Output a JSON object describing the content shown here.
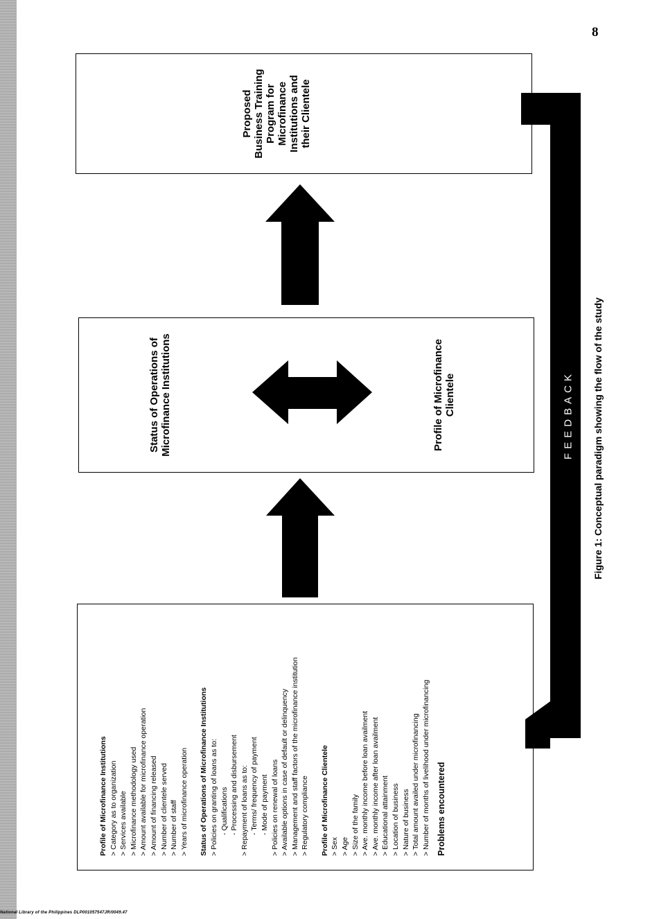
{
  "page_number": "8",
  "footer_credit": "National Library of the Philippines   DLP001057547JR/0049.47",
  "left_box": {
    "sections": [
      {
        "title": "Profile of Microfinance Institutions",
        "items": [
          "> Category as to organization",
          "> Services available",
          "> Microfinance methodology used",
          "> Amount available for microfinance operation",
          "> Amount of financing released",
          "> Number of clientele served",
          "> Number of staff",
          "> Years of microfinance operation"
        ]
      },
      {
        "title": "Status of Operations of Microfinance Institutions",
        "items": [
          "> Policies on granting of loans as to:",
          "- Qualifications",
          "- Processing and disbursement",
          "> Repayment of loans as to:",
          "- Terms/ frequency of payment",
          "- Mode of payment",
          "> Policies on renewal of loans",
          "> Available options in case of default or delinquency",
          "> Management and staff factors of the microfinance institution",
          "> Regulatory compliance"
        ]
      },
      {
        "title": "Profile of Microfinance Clientele",
        "items": [
          "> Sex",
          "> Age",
          "> Size of the family",
          "> Ave. monthly income before loan availment",
          "> Ave. monthly income after loan availment",
          "> Educational attainment",
          "> Location of business",
          "> Nature of business",
          "> Total amount availed under microfinancing",
          "> Number of months of livelihood under microfinancing"
        ]
      }
    ],
    "problems": "Problems encountered"
  },
  "middle_box": {
    "top_label": "Status of Operations of Microfinance Institutions",
    "bottom_label": "Profile of Microfinance Clientele"
  },
  "right_box": {
    "label": "Proposed Business Training Program for Microfinance Institutions and their Clientele"
  },
  "feedback": "FEEDBACK",
  "caption": "Figure 1: Conceptual paradigm showing the flow of the study",
  "colors": {
    "ink": "#000000",
    "paper": "#ffffff"
  }
}
